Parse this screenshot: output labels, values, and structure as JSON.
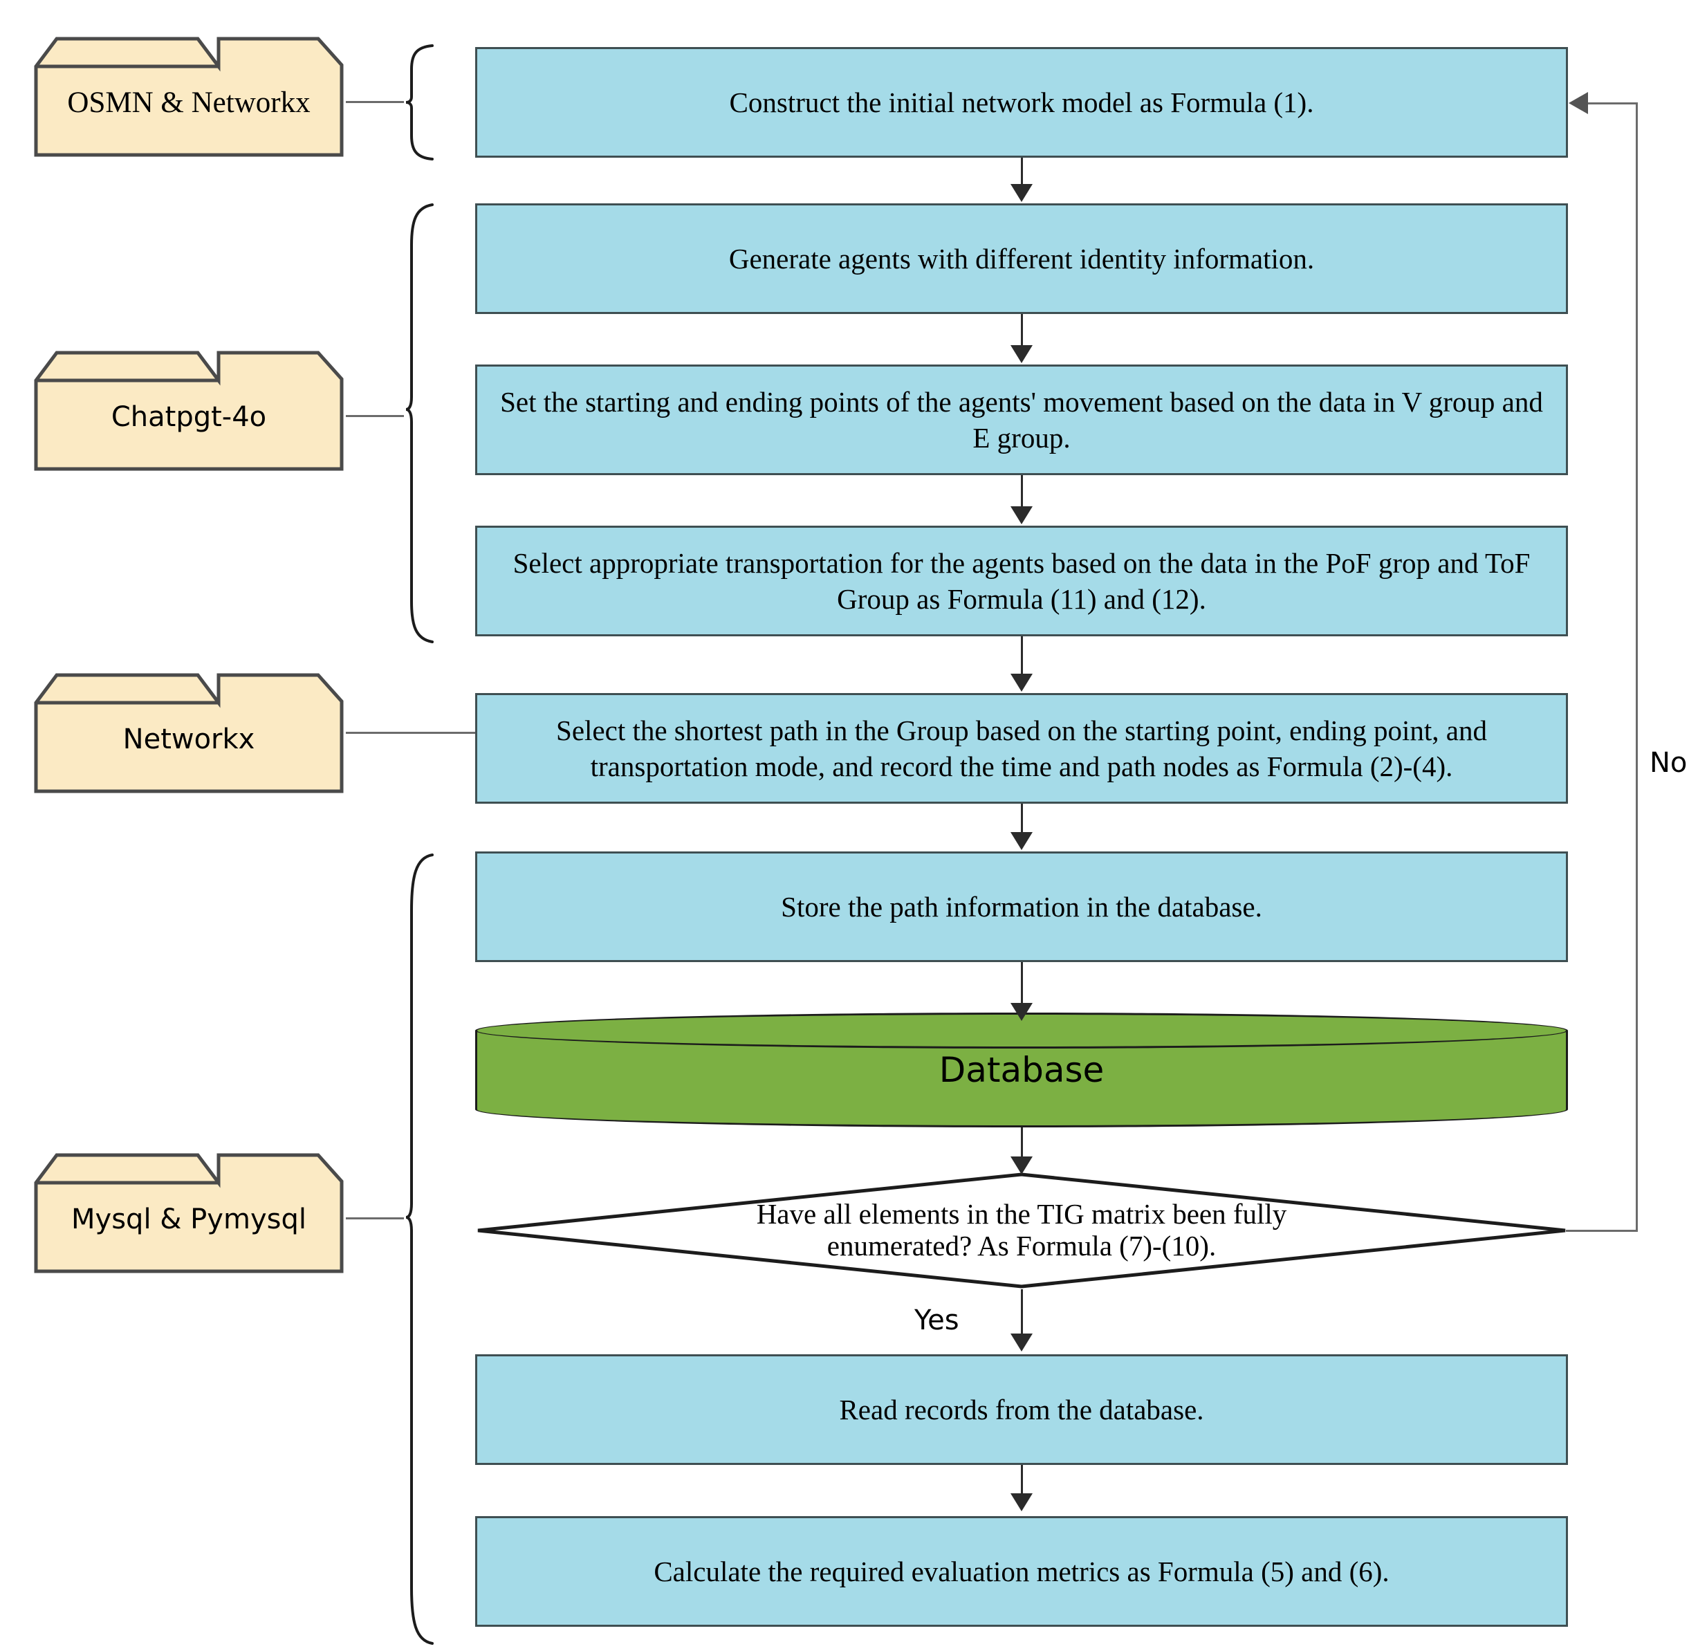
{
  "diagram": {
    "title": "Simulation workflow flowchart",
    "colors": {
      "process_fill": "#a5dbe8",
      "process_stroke": "#3f4f52",
      "artifact_fill": "#fbeac4",
      "artifact_stroke": "#4a4a4a",
      "database_fill": "#7cb043",
      "database_stroke": "#1c1c1c",
      "connector": "#2b2b2b",
      "feedback_connector": "#545454"
    }
  },
  "artifacts": [
    {
      "id": "osmn",
      "label": "OSMN & Networkx"
    },
    {
      "id": "chatgpt",
      "label": "Chatpgt-4o"
    },
    {
      "id": "netx",
      "label": "Networkx"
    },
    {
      "id": "mysql",
      "label": "Mysql & Pymysql"
    }
  ],
  "steps": [
    {
      "id": "step1",
      "text": "Construct the initial network model as Formula (1)."
    },
    {
      "id": "step2",
      "text": "Generate agents with different identity information."
    },
    {
      "id": "step3",
      "text": "Set the starting and ending points of the agents' movement based on the data in V group and E group."
    },
    {
      "id": "step4",
      "text": "Select appropriate transportation for the agents based on the data in the PoF grop and ToF Group as Formula (11) and (12)."
    },
    {
      "id": "step5",
      "text": "Select the shortest path in the Group based on the starting point, ending point, and transportation mode, and record the time and path nodes as Formula (2)-(4)."
    },
    {
      "id": "step6",
      "text": "Store the path information in the database."
    },
    {
      "id": "step7",
      "text": "Read records from the database."
    },
    {
      "id": "step8",
      "text": "Calculate the required evaluation metrics as Formula (5) and (6)."
    }
  ],
  "database": {
    "label": "Database"
  },
  "decision": {
    "line1": "Have all elements in the TIG matrix been fully",
    "line2": "enumerated? As Formula (7)-(10).",
    "yes_label": "Yes",
    "no_label": "No"
  }
}
